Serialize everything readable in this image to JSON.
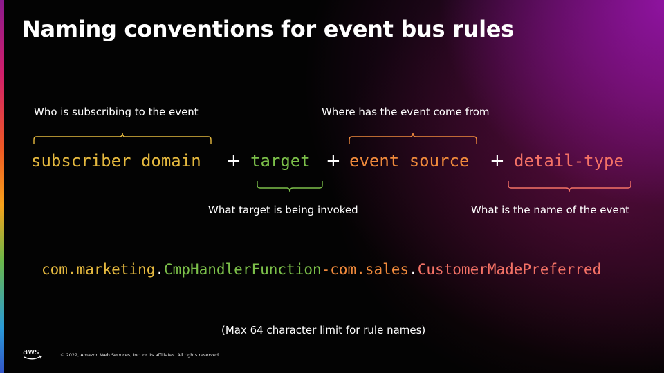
{
  "title": "Naming conventions for event bus rules",
  "labels": {
    "subscriber": "Who is subscribing to the event",
    "source": "Where has the event come from",
    "target": "What target is being invoked",
    "detail_type": "What is the name of the event"
  },
  "formula": {
    "subscriber_domain": "subscriber domain",
    "target": "target",
    "event_source": "event source",
    "detail_type": "detail-type",
    "plus": "+"
  },
  "example": {
    "part1": "com.marketing",
    "sep1": ".",
    "part2": "CmpHandlerFunction",
    "sep2": "-",
    "part3": "com.sales",
    "sep3": ".",
    "part4": "CustomerMadePreferred"
  },
  "note": "(Max 64 character limit for rule names)",
  "footer": {
    "logo_text": "aws",
    "copyright": "© 2022, Amazon Web Services, Inc. or its affiliates. All rights reserved."
  },
  "colors": {
    "yellow": "#e5b93f",
    "green": "#7cc04a",
    "orange": "#f08a3c",
    "salmon": "#f47266"
  }
}
